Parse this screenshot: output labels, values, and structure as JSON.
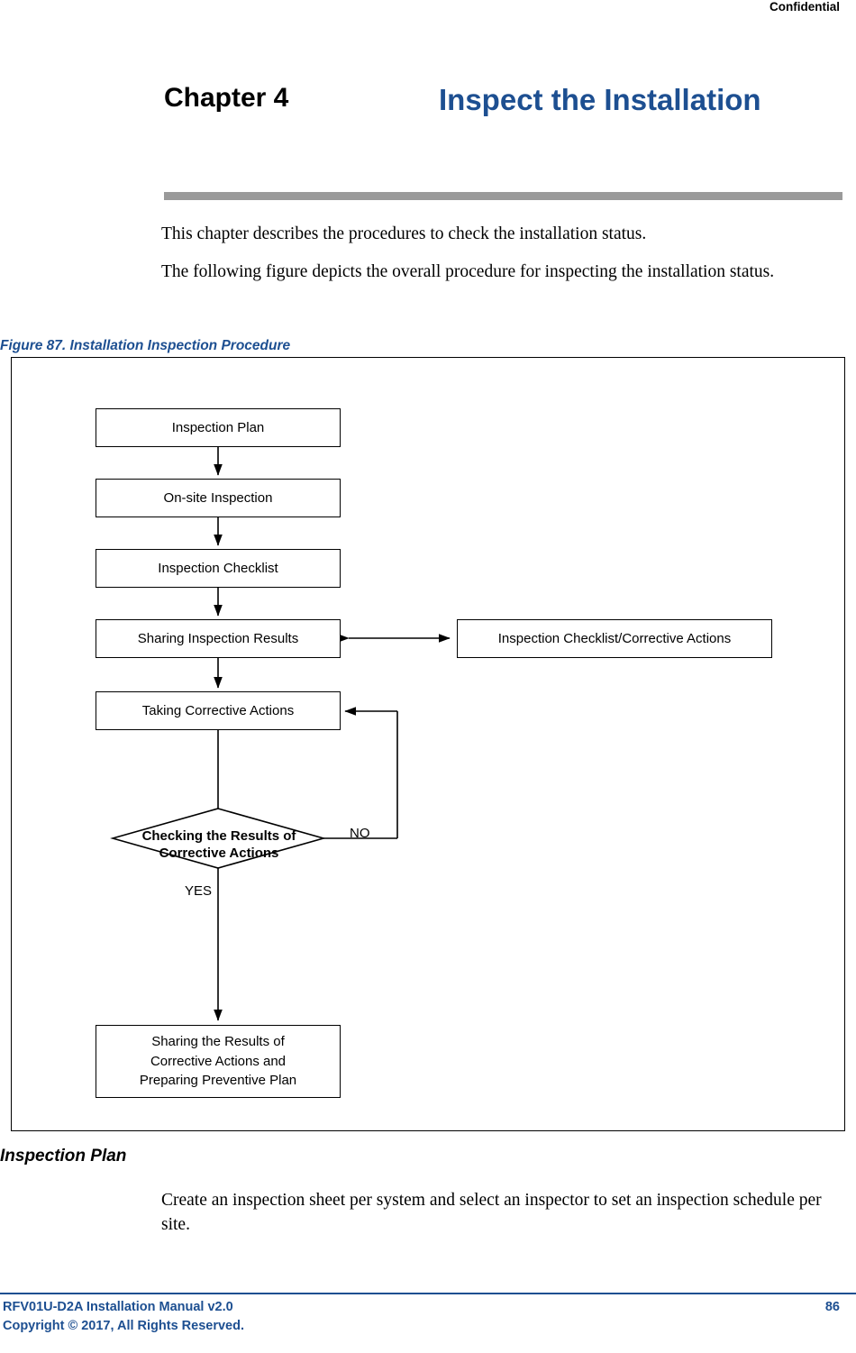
{
  "header": {
    "confidential": "Confidential"
  },
  "chapter": {
    "label": "Chapter 4",
    "title": "Inspect the Installation"
  },
  "body": {
    "para1": "This chapter describes the procedures to check the installation status.",
    "para2": "The following figure depicts the overall procedure for inspecting the installation status.",
    "section_heading": "Inspection Plan",
    "para3": "Create an inspection sheet per system and select an inspector to set an inspection schedule per site."
  },
  "figure": {
    "caption": "Figure 87. Installation Inspection Procedure",
    "nodes": {
      "plan": "Inspection Plan",
      "onsite": "On-site Inspection",
      "checklist": "Inspection Checklist",
      "sharing": "Sharing Inspection Results",
      "right": "Inspection Checklist/Corrective Actions",
      "corrective": "Taking Corrective Actions",
      "decision": "Checking the Results of\nCorrective Actions",
      "final": "Sharing the Results of\nCorrective Actions and\nPreparing Preventive Plan"
    },
    "labels": {
      "no": "NO",
      "yes": "YES"
    }
  },
  "footer": {
    "manual": "RFV01U-D2A Installation Manual   v2.0",
    "copyright": "Copyright © 2017, All Rights Reserved.",
    "page": "86"
  },
  "colors": {
    "accent": "#1d4f91",
    "rule": "#9a9a9a"
  }
}
